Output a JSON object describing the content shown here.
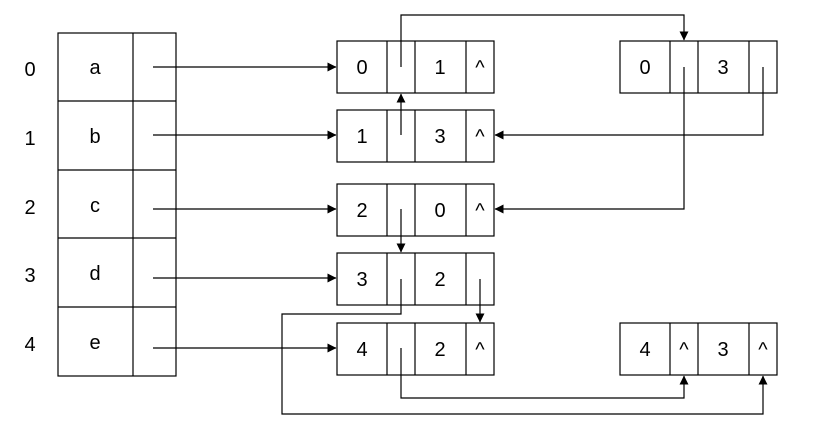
{
  "table": {
    "indices": [
      "0",
      "1",
      "2",
      "3",
      "4"
    ],
    "vertices": [
      "a",
      "b",
      "c",
      "d",
      "e"
    ]
  },
  "arcs": [
    {
      "f1": "0",
      "f2": "1",
      "f3": "^"
    },
    {
      "f1": "1",
      "f2": "3",
      "f3": "^"
    },
    {
      "f1": "2",
      "f2": "0",
      "f3": "^"
    },
    {
      "f1": "3",
      "f2": "2",
      "f3": ""
    },
    {
      "f1": "4",
      "f2": "2",
      "f3": "^"
    },
    {
      "f1": "0",
      "f2": "3",
      "f3": ""
    },
    {
      "f1": "4",
      "f2": "3",
      "f3": "^"
    }
  ],
  "arc_hlink_text": [
    "",
    "",
    "",
    "",
    "",
    "",
    "^"
  ],
  "colors": {
    "stroke": "#000000",
    "background": "#ffffff"
  }
}
